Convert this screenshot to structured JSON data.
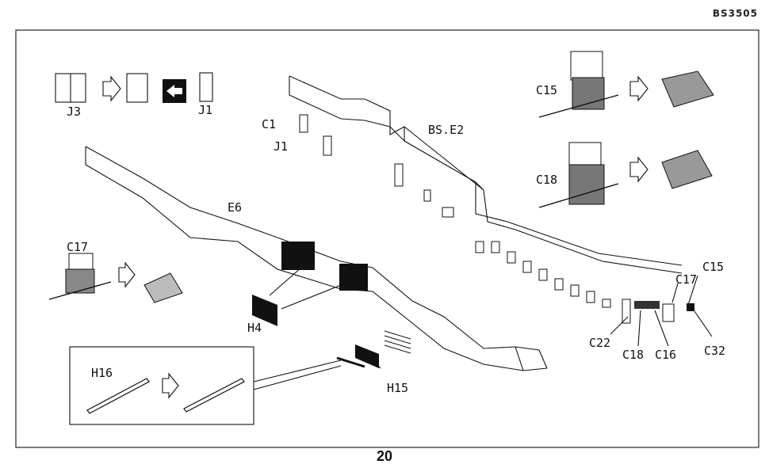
{
  "header": {
    "code": "BS3505"
  },
  "footer": {
    "page_number": "20"
  },
  "labels": {
    "j3": "J3",
    "j1_top": "J1",
    "c1": "C1",
    "j1": "J1",
    "bs_e2": "BS.E2",
    "e6": "E6",
    "c17_left": "C17",
    "c15_top": "C15",
    "c18_top": "C18",
    "h4": "H4",
    "h15": "H15",
    "h16": "H16",
    "c15_right": "C15",
    "c17_right": "C17",
    "c22": "C22",
    "c18_bottom": "C18",
    "c16": "C16",
    "c32": "C32"
  }
}
